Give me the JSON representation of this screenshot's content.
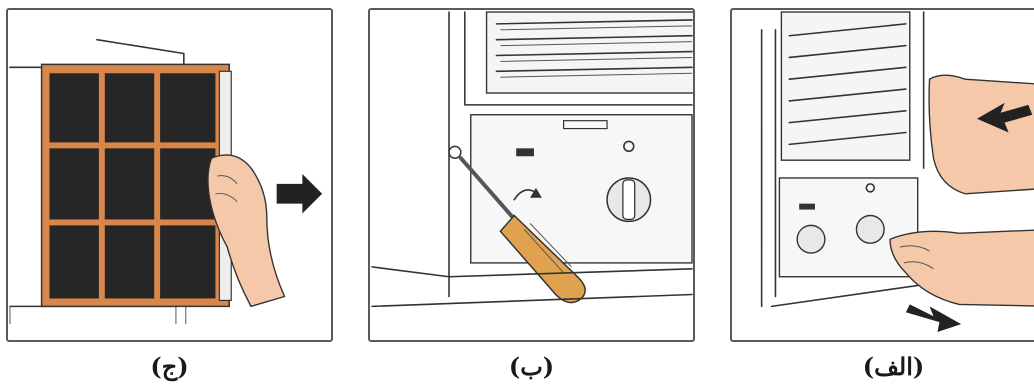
{
  "figure": {
    "panels": [
      {
        "id": "c",
        "caption": "(ج)",
        "depicts": "filter-removal"
      },
      {
        "id": "b",
        "caption": "(ب)",
        "depicts": "screwdriver-screw"
      },
      {
        "id": "a",
        "caption": "(الف)",
        "depicts": "front-grille-removal"
      }
    ],
    "colors": {
      "frame": "#5a5a5a",
      "filter_frame": "#d9864a",
      "filter_mesh": "#262626",
      "skin": "#f4c8a8",
      "screwdriver_handle": "#e0a24f",
      "arrow": "#222222"
    },
    "icons": [
      "arrow-right-icon",
      "arrow-left-icon",
      "arrow-down-right-icon",
      "screwdriver-icon"
    ]
  }
}
